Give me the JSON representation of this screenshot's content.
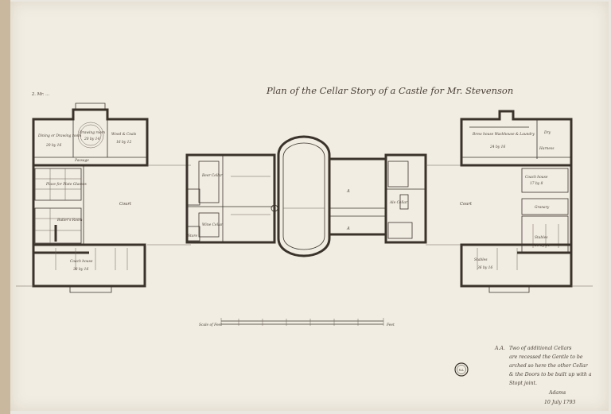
{
  "drawing": {
    "title": "Plan of the Cellar Story of a Castle for Mr. Stevenson",
    "pencil_note": "2. Mr. ..."
  },
  "labels": {
    "dining_room": "Dining or Drawing room",
    "dining_room_dim": "20 by 16",
    "drawing_room": "Drawing room",
    "drawing_room_dim": "20 by 14",
    "wood_coals": "Wood & Coals",
    "wood_coals_dim": "16 by 12",
    "passage": "Passage",
    "place_for_plate": "Place for Plate Glasses",
    "butlers_room": "Butler's Room",
    "coach_house": "Coach house",
    "coach_house_dim": "38 by 16",
    "court_left": "Court",
    "court_right": "Court",
    "beer_cellar": "Beer Cellar",
    "wine_cellar": "Wine Cellar",
    "store": "Store",
    "a1": "A",
    "a2": "A",
    "ale_cellar": "Ale Cellar",
    "brew_house": "Brew house Washhouse & Laundry",
    "brew_house_dim": "24 by 16",
    "dry": "Dry",
    "harness": "Harness",
    "coach_house_right": "Coach house",
    "coach_house_right_dim": "17 by 8",
    "granary": "Granary",
    "stables_right": "Stables",
    "stables_right_dim": "16 by 10",
    "stables_left": "Stables",
    "stables_left_dim": "36 by 16"
  },
  "scale": {
    "label": "Scale of Feet",
    "end_label": "Feet"
  },
  "note": {
    "marker": "A.A.",
    "text_lines": [
      "Two of additional Cellars",
      "are recessed the Gentle to be",
      "arched so here the other Cellar",
      "& the Doors to be built up with a",
      "Stopt joint."
    ],
    "signature": "Adams",
    "date": "10 July 1793"
  },
  "stamp": {
    "text": "R.A."
  },
  "colors": {
    "paper": "#f1ede3",
    "ink": "#3a332b",
    "margin": "#c9b89e"
  }
}
